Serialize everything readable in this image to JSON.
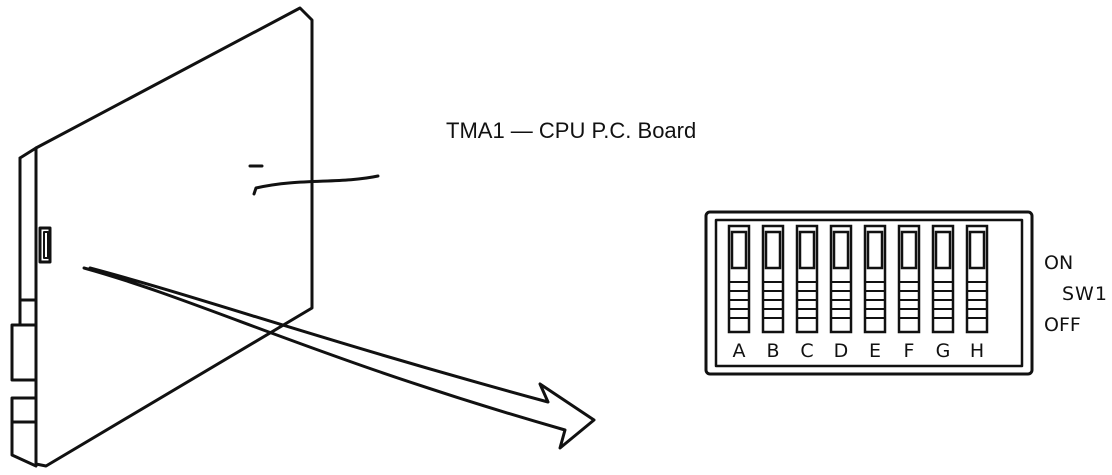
{
  "board_label": "TMA1 — CPU P.C. Board",
  "switch_block": {
    "name": "SW1",
    "on_label": "ON",
    "off_label": "OFF",
    "switch_letters": [
      "A",
      "B",
      "C",
      "D",
      "E",
      "F",
      "G",
      "H"
    ]
  },
  "colors": {
    "ink": "#111111",
    "background": "#ffffff"
  }
}
